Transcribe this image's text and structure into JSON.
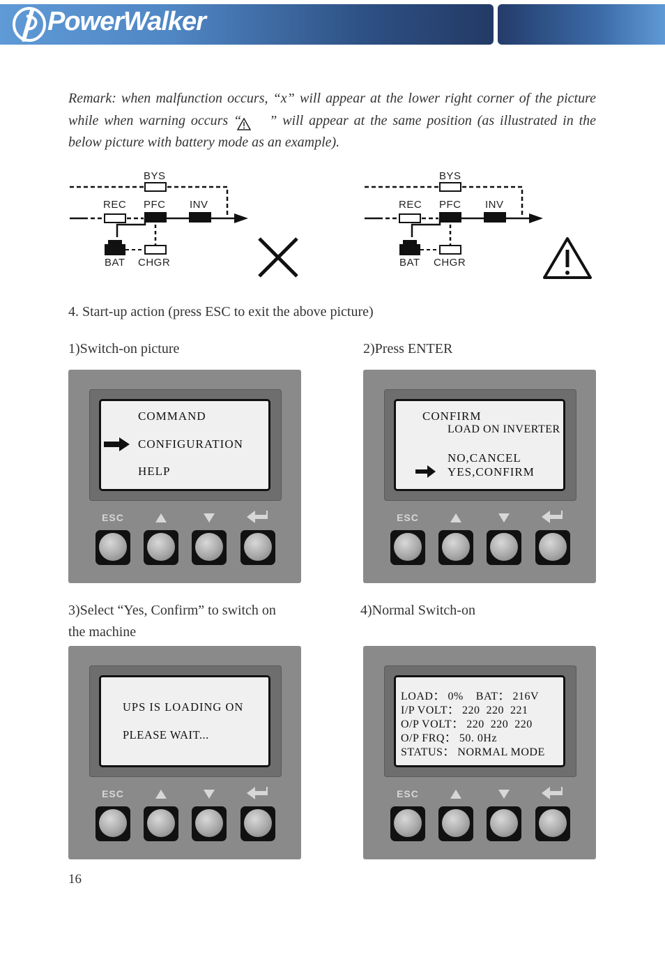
{
  "header": {
    "logo_text": "PowerWalker"
  },
  "remark": {
    "part1": "Remark: when malfunction occurs, “x” will appear at the lower right corner of the picture while when warning occurs “",
    "part2": "” will appear at the same position (as illustrated in the below picture with battery mode as an example)."
  },
  "diagrams": {
    "labels": {
      "bys": "BYS",
      "rec": "REC",
      "pfc": "PFC",
      "inv": "INV",
      "bat": "BAT",
      "chgr": "CHGR"
    },
    "left_indicator": "fault-x-icon",
    "right_indicator": "warning-triangle-icon"
  },
  "section_title": "4. Start-up action (press ESC to exit the above picture)",
  "steps": {
    "s1": "1)Switch-on picture",
    "s2": "2)Press ENTER",
    "s3_line1": "3)Select “Yes, Confirm” to switch on",
    "s3_line2": "the machine",
    "s4": "4)Normal Switch-on"
  },
  "buttons": {
    "esc": "ESC",
    "up": "up-arrow-icon",
    "down": "down-arrow-icon",
    "enter": "enter-icon"
  },
  "panel1": {
    "lines": [
      "COMMAND",
      "CONFIGURATION",
      "HELP"
    ]
  },
  "panel2": {
    "lines": [
      "CONFIRM",
      "LOAD ON INVERTER",
      "NO,CANCEL",
      "YES,CONFIRM"
    ]
  },
  "panel3": {
    "lines": [
      "UPS IS LOADING ON",
      "PLEASE WAIT..."
    ]
  },
  "panel4": {
    "lines": [
      "LOAD： 0%    BAT： 216V",
      "I/P VOLT： 220  220  221",
      "O/P VOLT： 220  220  220",
      "O/P FRQ： 50. 0Hz",
      "STATUS： NORMAL MODE"
    ]
  },
  "page_number": "16"
}
